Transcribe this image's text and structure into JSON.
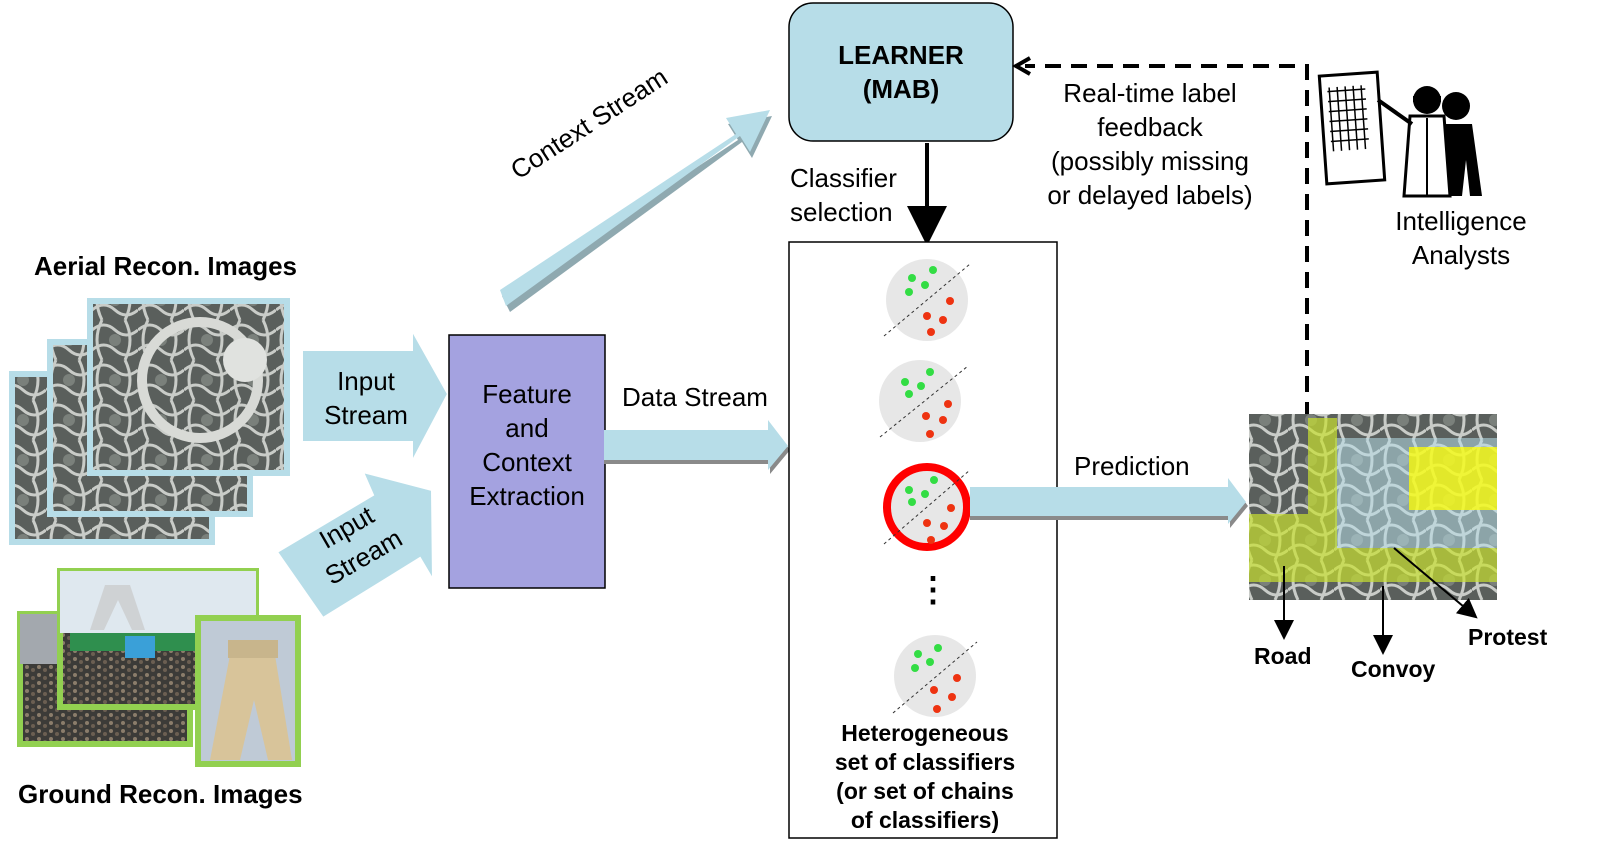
{
  "aerial_label": "Aerial Recon. Images",
  "ground_label": "Ground Recon. Images",
  "input_stream_top": [
    "Input",
    "Stream"
  ],
  "input_stream_bottom": [
    "Input",
    "Stream"
  ],
  "feature_box": [
    "Feature",
    "and",
    "Context",
    "Extraction"
  ],
  "context_stream": "Context Stream",
  "data_stream": "Data Stream",
  "learner": [
    "LEARNER",
    "(MAB)"
  ],
  "classifier_selection": [
    "Classifier",
    "selection"
  ],
  "feedback": [
    "Real-time label",
    "feedback",
    "(possibly missing",
    "or delayed labels)"
  ],
  "analysts": [
    "Intelligence",
    "Analysts"
  ],
  "prediction": "Prediction",
  "ellipsis": "⋮",
  "heterogeneous": [
    "Heterogeneous",
    "set of classifiers",
    "(or set of chains",
    "of classifiers)"
  ],
  "outputs": {
    "road": "Road",
    "convoy": "Convoy",
    "protest": "Protest"
  },
  "colors": {
    "arrow_fill": "#b7dde8",
    "learner_fill": "#b7dde8",
    "feature_fill": "#a4a2e0",
    "selected_ring": "#ff0000",
    "positive_dot": "#33dd44",
    "negative_dot": "#ee3311",
    "aerial_border": "#b7dde8",
    "ground_border": "#92d050",
    "highlight_yellow": "#ffff00"
  }
}
